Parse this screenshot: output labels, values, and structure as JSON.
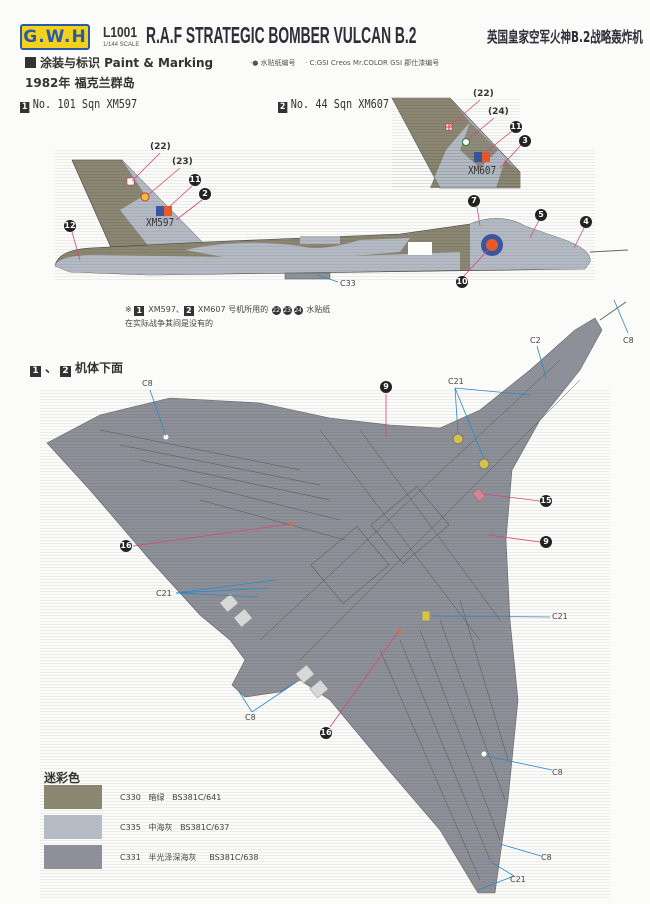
{
  "header": {
    "logo": "G.W.H",
    "code": "L1001",
    "scale": "1/144 SCALE",
    "title": "R.A.F STRATEGIC BOMBER VULCAN B.2",
    "title_cn": "英国皇家空军火神B.2战略轰炸机"
  },
  "section": {
    "heading": "涂装与标识  Paint & Marking",
    "legend_decal": "·● 水贴纸编号",
    "legend_color": "· C:GSI Creos Mr.COLOR GSI 郡仕漆编号",
    "subtitle": "1982年 福克兰群岛"
  },
  "schemes": [
    {
      "num": "1",
      "label": "No. 101 Sqn  XM597",
      "serial": "XM597"
    },
    {
      "num": "2",
      "label": "No. 44 Sqn  XM607",
      "serial": "XM607"
    }
  ],
  "side_callouts": {
    "c22": "(22)",
    "c23": "(23)",
    "c11": "11",
    "c2": "2",
    "c12": "12",
    "c7": "7",
    "c5": "5",
    "c4": "4",
    "c10": "10",
    "c33": "C33"
  },
  "inset_callouts": {
    "c22": "(22)",
    "c24": "(24)",
    "c11": "11",
    "c3": "3"
  },
  "note": {
    "mark": "※",
    "serial1": "XM597、",
    "serial2": "XM607",
    "text1": "号机所用的",
    "d22": "22",
    "d23": "23",
    "d24": "24",
    "text2": "水贴纸",
    "line2": "在实际战争其间是没有的"
  },
  "underside": {
    "heading_sep": "、",
    "heading": "机体下面",
    "callouts": {
      "c8a": "C8",
      "n9a": "9",
      "c21a": "C21",
      "c2": "C2",
      "c8b": "C8",
      "n15": "15",
      "n9b": "9",
      "n16a": "16",
      "c21b": "C21",
      "c21c": "C21",
      "c8c": "C8",
      "n16b": "16",
      "c8d": "C8",
      "c8e": "C8",
      "c21d": "C21"
    }
  },
  "camo": {
    "title": "迷彩色",
    "colors": [
      {
        "code": "C330",
        "name": "暗绿",
        "bs": "BS381C/641",
        "hex": "#8a8672"
      },
      {
        "code": "C335",
        "name": "中海灰",
        "bs": "BS381C/637",
        "hex": "#b6bcc6"
      },
      {
        "code": "C331",
        "name": "半光泽深海灰",
        "bs": "BS381C/638",
        "hex": "#8d9098"
      }
    ]
  }
}
